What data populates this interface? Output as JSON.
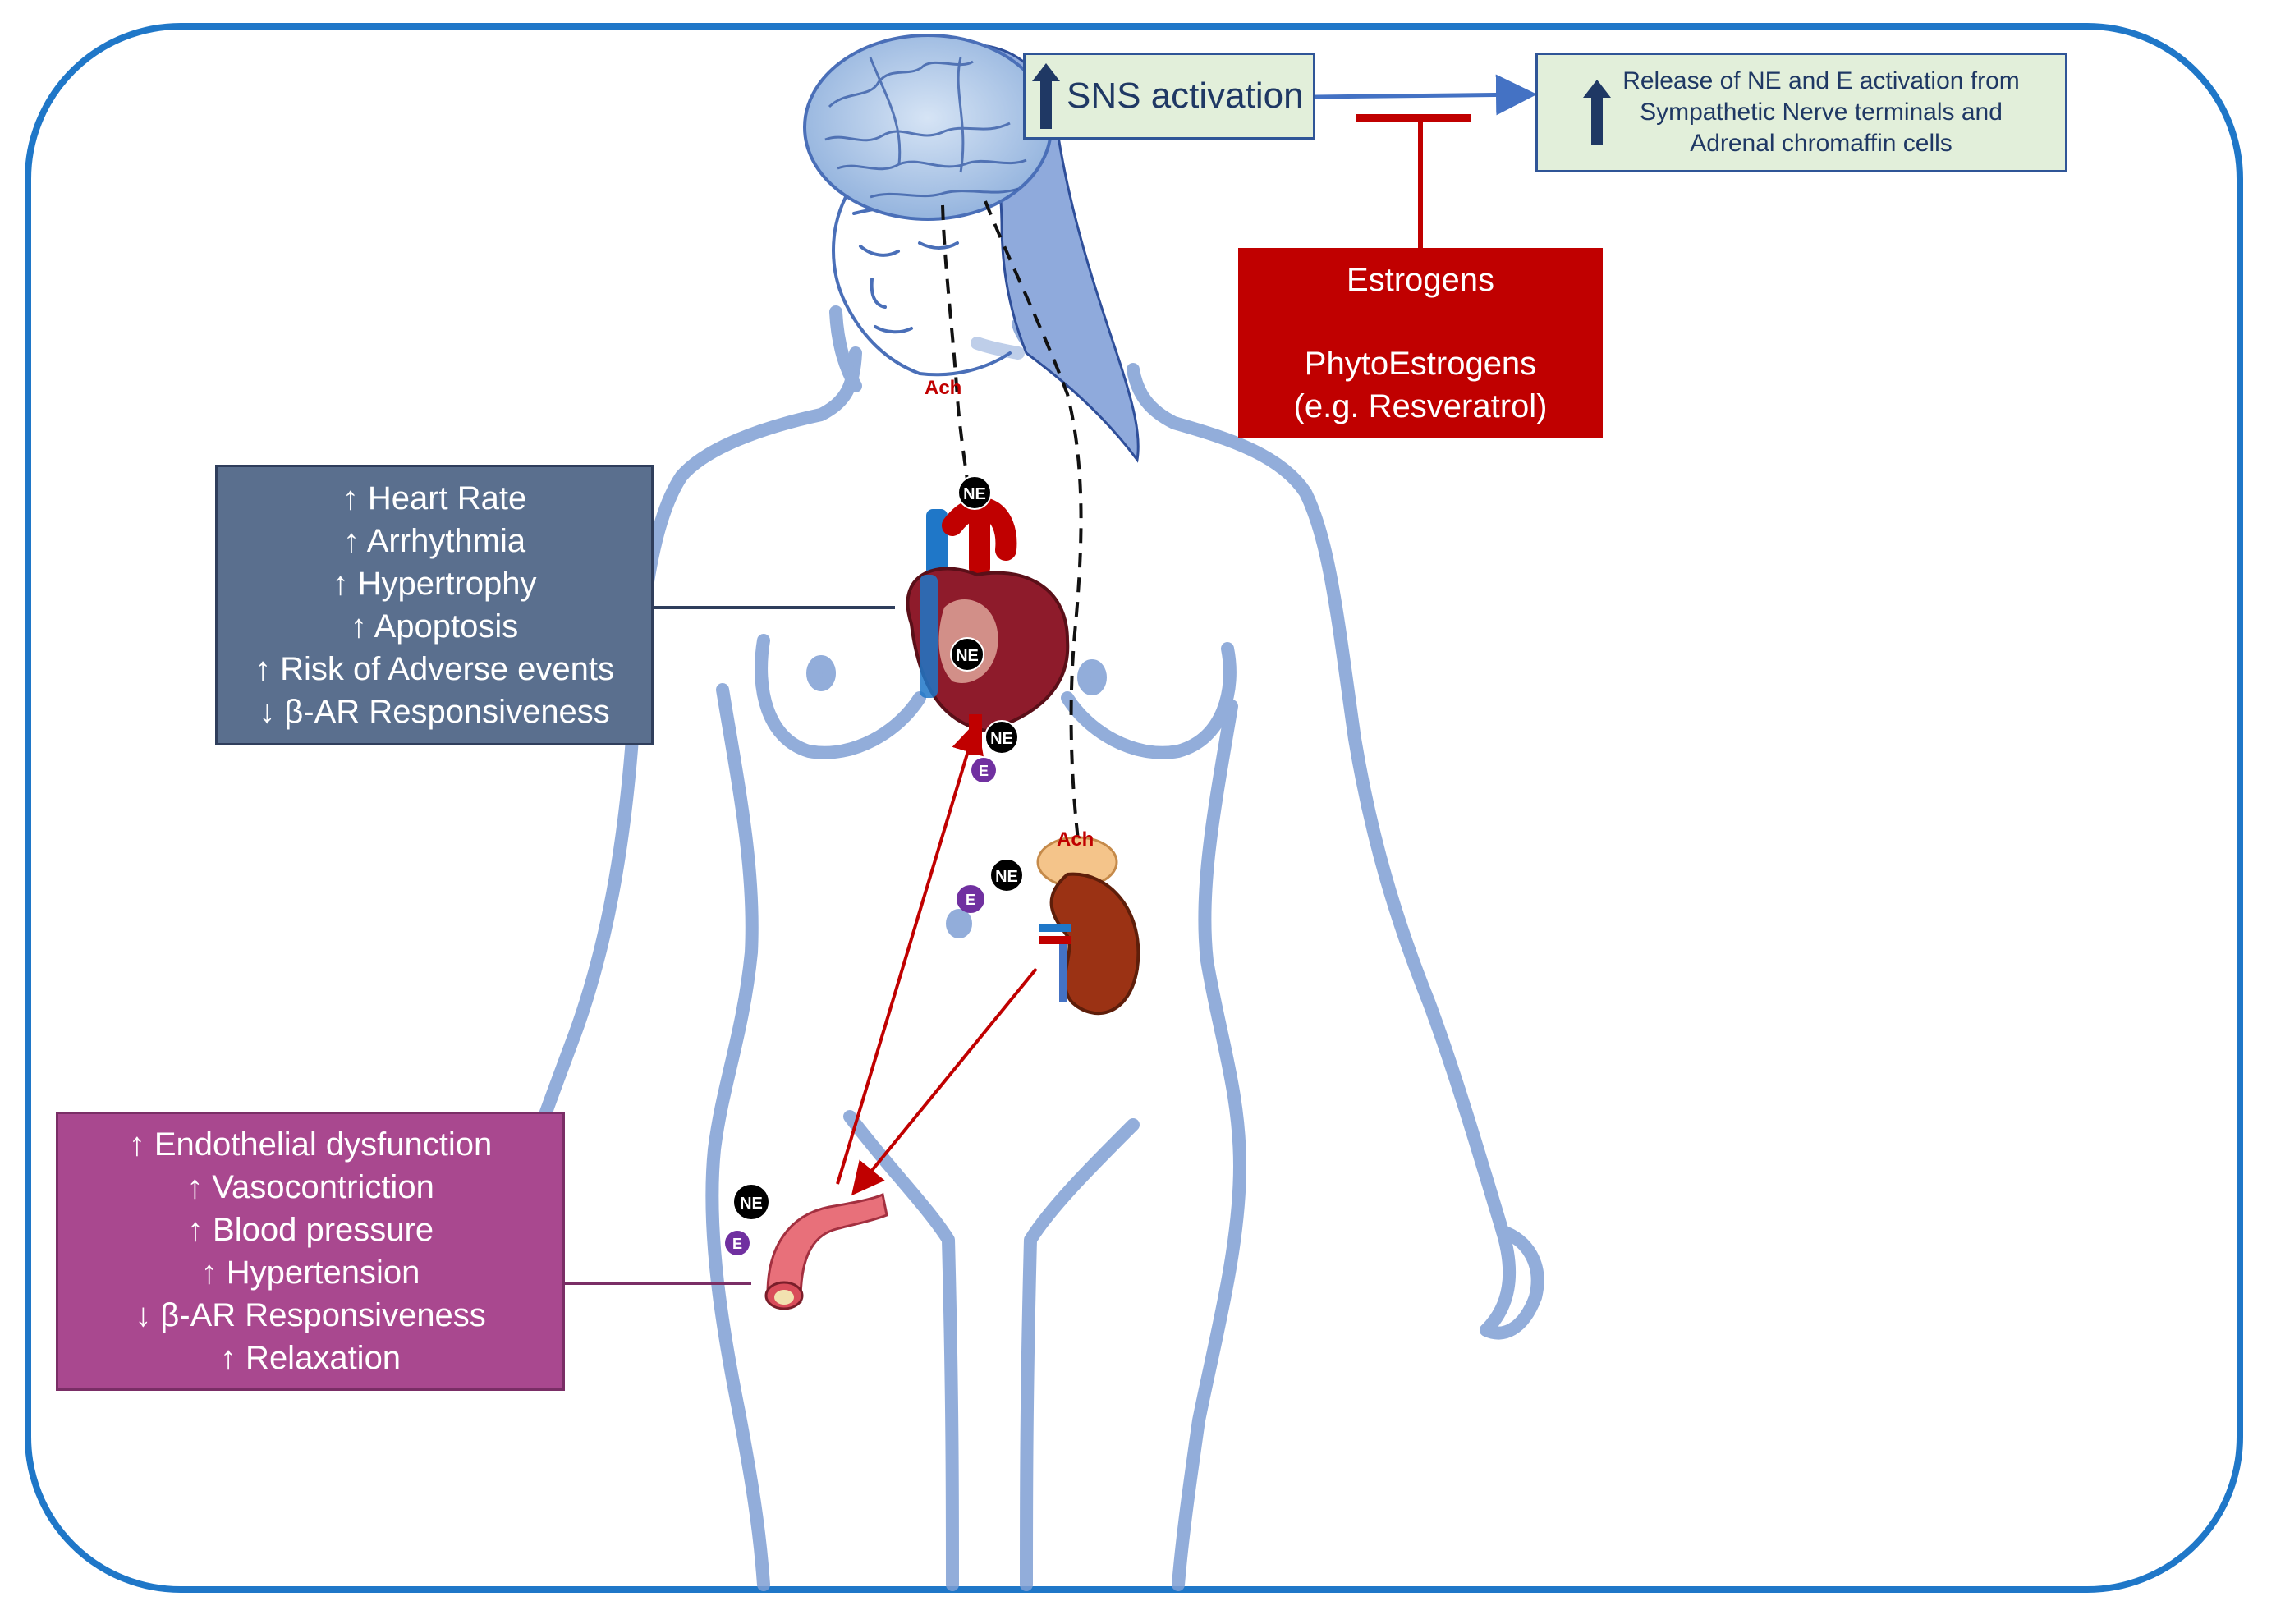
{
  "sns_box": {
    "label": "SNS activation"
  },
  "release_box": {
    "lines": [
      "Release of NE and E activation  from",
      "Sympathetic Nerve terminals and",
      "Adrenal chromaffin cells"
    ]
  },
  "estrogen_box": {
    "line1": "Estrogens",
    "line2": "PhytoEstrogens",
    "line3": "(e.g. Resveratrol)"
  },
  "heart_effects": [
    "↑ Heart Rate",
    "↑ Arrhythmia",
    "↑ Hypertrophy",
    "↑ Apoptosis",
    "↑ Risk of Adverse events",
    "↓ β-AR Responsiveness"
  ],
  "vessel_effects": [
    "↑ Endothelial dysfunction",
    "↑ Vasocontriction",
    "↑ Blood pressure",
    "↑ Hypertension",
    "↓ β-AR Responsiveness",
    "↑ Relaxation"
  ],
  "markers": {
    "ach": "Ach",
    "ne": "NE",
    "e": "E"
  },
  "colors": {
    "frame": "#1f77c8",
    "body_outline": "#7f9fd4",
    "hair": "#8faadc",
    "inhibit": "#c00000",
    "release_arrow": "#4472c4",
    "red_arrow": "#c00000",
    "heart_box": "#5a6f8e",
    "vessel_box": "#a9488f",
    "green_box": "#e2efda",
    "ne_marker": "#000000",
    "e_marker": "#7030a0"
  }
}
